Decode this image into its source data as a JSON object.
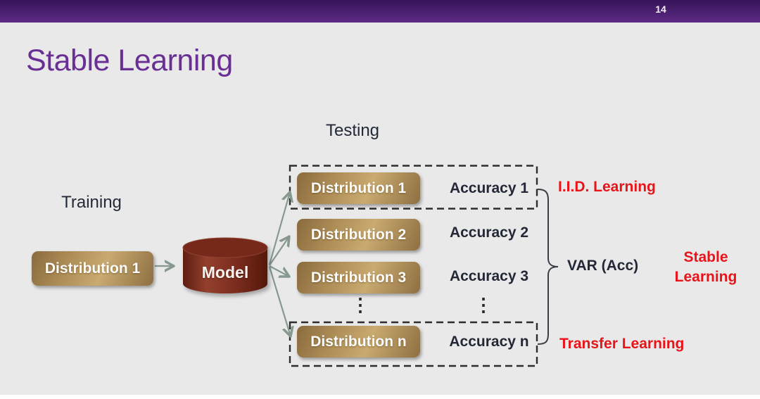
{
  "slide": {
    "page_number": "14",
    "title": "Stable Learning"
  },
  "diagram": {
    "training_label": "Training",
    "testing_label": "Testing",
    "training_distribution": "Distribution 1",
    "model_label": "Model",
    "testing_rows": [
      {
        "distribution": "Distribution 1",
        "accuracy": "Accuracy 1"
      },
      {
        "distribution": "Distribution 2",
        "accuracy": "Accuracy 2"
      },
      {
        "distribution": "Distribution 3",
        "accuracy": "Accuracy 3"
      },
      {
        "distribution": "Distribution n",
        "accuracy": "Accuracy n"
      }
    ],
    "ellipsis": "⋮",
    "annotations": {
      "iid_learning": "I.I.D. Learning",
      "var_acc": "VAR (Acc)",
      "stable_line1": "Stable",
      "stable_line2": "Learning",
      "transfer_learning": "Transfer Learning"
    },
    "colors": {
      "header_bar_top": "#37145a",
      "header_bar_bottom": "#5e2b87",
      "title_purple": "#6a2f94",
      "annotation_red": "#e8141a",
      "text_dark": "#232a38",
      "distribution_box_tan": "#b08d54",
      "model_maroon": "#7c2b1e",
      "arrow_green": "#87998e",
      "slide_background": "#e9e9e9"
    }
  }
}
